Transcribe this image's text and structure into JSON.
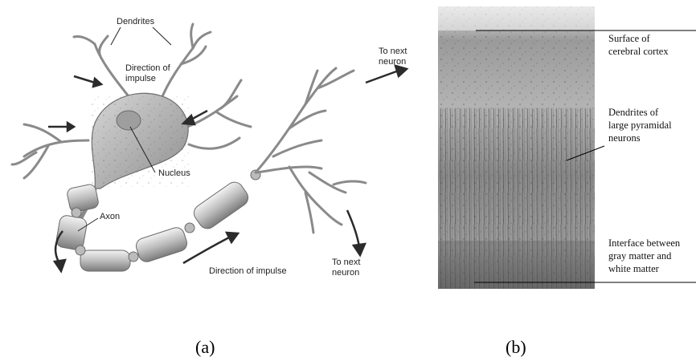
{
  "panel_a": {
    "labels": {
      "dendrites": "Dendrites",
      "direction_of_impulse_line1": "Direction of",
      "direction_of_impulse_line2": "impulse",
      "nucleus": "Nucleus",
      "axon": "Axon",
      "to_next_neuron_top_line1": "To next",
      "to_next_neuron_top_line2": "neuron",
      "direction_of_impulse_bottom": "Direction of impulse",
      "to_next_neuron_bottom_line1": "To next",
      "to_next_neuron_bottom_line2": "neuron"
    },
    "caption": "(a)"
  },
  "panel_b": {
    "labels": {
      "surface_line1": "Surface of",
      "surface_line2": "cerebral cortex",
      "dendrites_line1": "Dendrites of",
      "dendrites_line2": "large pyramidal",
      "dendrites_line3": "neurons",
      "interface_line1": "Interface between",
      "interface_line2": "gray matter and",
      "interface_line3": "white matter"
    },
    "caption": "(b)"
  }
}
